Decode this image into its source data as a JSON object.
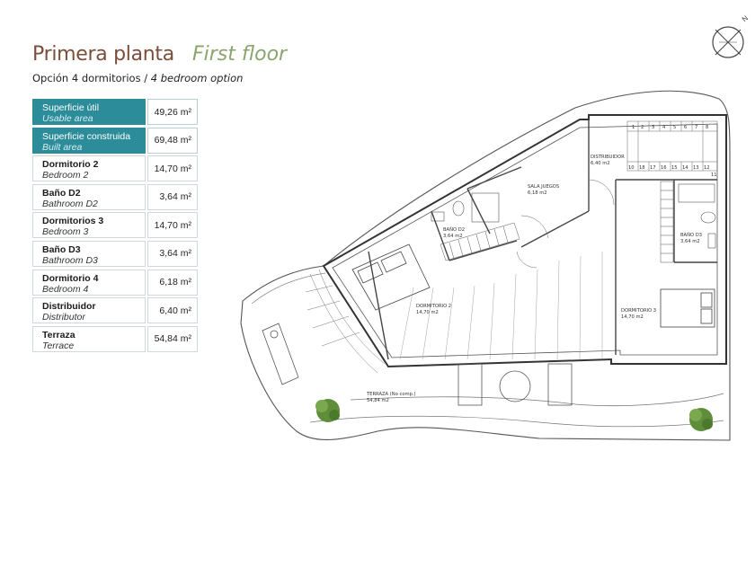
{
  "header": {
    "title_es": "Primera planta",
    "title_en": "First floor",
    "subtitle_es": "Opción 4 dormitorios /",
    "subtitle_en": "4 bedroom option"
  },
  "areas": [
    {
      "es": "Superficie útil",
      "en": "Usable area",
      "value": "49,26 m²",
      "highlight": true
    },
    {
      "es": "Superficie construida",
      "en": "Built area",
      "value": "69,48 m²",
      "highlight": true
    },
    {
      "es": "Dormitorio 2",
      "en": "Bedroom 2",
      "value": "14,70 m²",
      "highlight": false
    },
    {
      "es": "Baño D2",
      "en": "Bathroom D2",
      "value": "3,64 m²",
      "highlight": false
    },
    {
      "es": "Dormitorios 3",
      "en": "Bedroom 3",
      "value": "14,70 m²",
      "highlight": false
    },
    {
      "es": "Baño D3",
      "en": "Bathroom D3",
      "value": "3,64 m²",
      "highlight": false
    },
    {
      "es": "Dormitorio 4",
      "en": "Bedroom 4",
      "value": "6,18 m²",
      "highlight": false
    },
    {
      "es": "Distribuidor",
      "en": "Distributor",
      "value": "6,40 m²",
      "highlight": false
    },
    {
      "es": "Terraza",
      "en": "Terrace",
      "value": "54,84 m²",
      "highlight": false
    }
  ],
  "plan": {
    "compass": "N",
    "rooms": {
      "distribuidor": {
        "name": "DISTRIBUIDOR",
        "area": "6,40 m2"
      },
      "sala_juegos": {
        "name": "SALA JUEGOS",
        "area": "6,18 m2"
      },
      "bano_d2": {
        "name": "BAÑO D2",
        "area": "3,64 m2"
      },
      "dormitorio_2": {
        "name": "DORMITORIO 2",
        "area": "14,70 m2"
      },
      "bano_d3": {
        "name": "BAÑO D3",
        "area": "3,64 m2"
      },
      "dormitorio_3": {
        "name": "DORMITORIO 3",
        "area": "14,70 m2"
      },
      "terraza": {
        "name": "TERRAZA (No comp.)",
        "area": "54,84 m2"
      }
    },
    "stairs_top": [
      "1",
      "2",
      "3",
      "4",
      "5",
      "6",
      "7",
      "8"
    ],
    "stairs_bottom": [
      "10",
      "18",
      "17",
      "16",
      "15",
      "14",
      "13",
      "12",
      "11"
    ]
  },
  "colors": {
    "title_es": "#7a4e3a",
    "title_en": "#8aa56c",
    "highlight": "#2c8c9a"
  }
}
